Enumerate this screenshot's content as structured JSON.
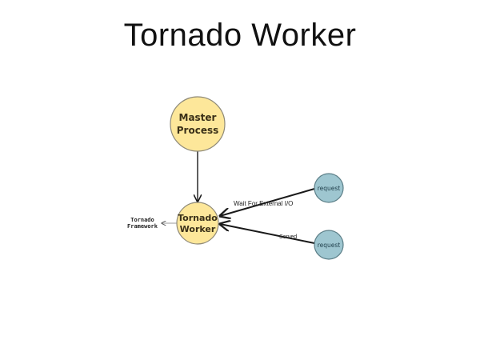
{
  "slide": {
    "title": "Tornado Worker"
  },
  "diagram": {
    "master_node": {
      "line1": "Master",
      "line2": "Process"
    },
    "worker_node": {
      "line1": "Tornado",
      "line2": "Worker"
    },
    "request_top": {
      "label": "request"
    },
    "request_bottom": {
      "label": "request"
    },
    "edge_wait": {
      "label": "Wait For External I/O"
    },
    "edge_served": {
      "label": "Served"
    },
    "framework": {
      "line1": "Tornado",
      "line2": "Framework"
    }
  },
  "colors": {
    "process_fill": "#fde79a",
    "process_stroke": "#8f8a78",
    "request_fill": "#9ec6d0",
    "request_stroke": "#5c7f88",
    "arrow": "#1a1a1a",
    "faint_arrow": "#9a9a9a"
  }
}
